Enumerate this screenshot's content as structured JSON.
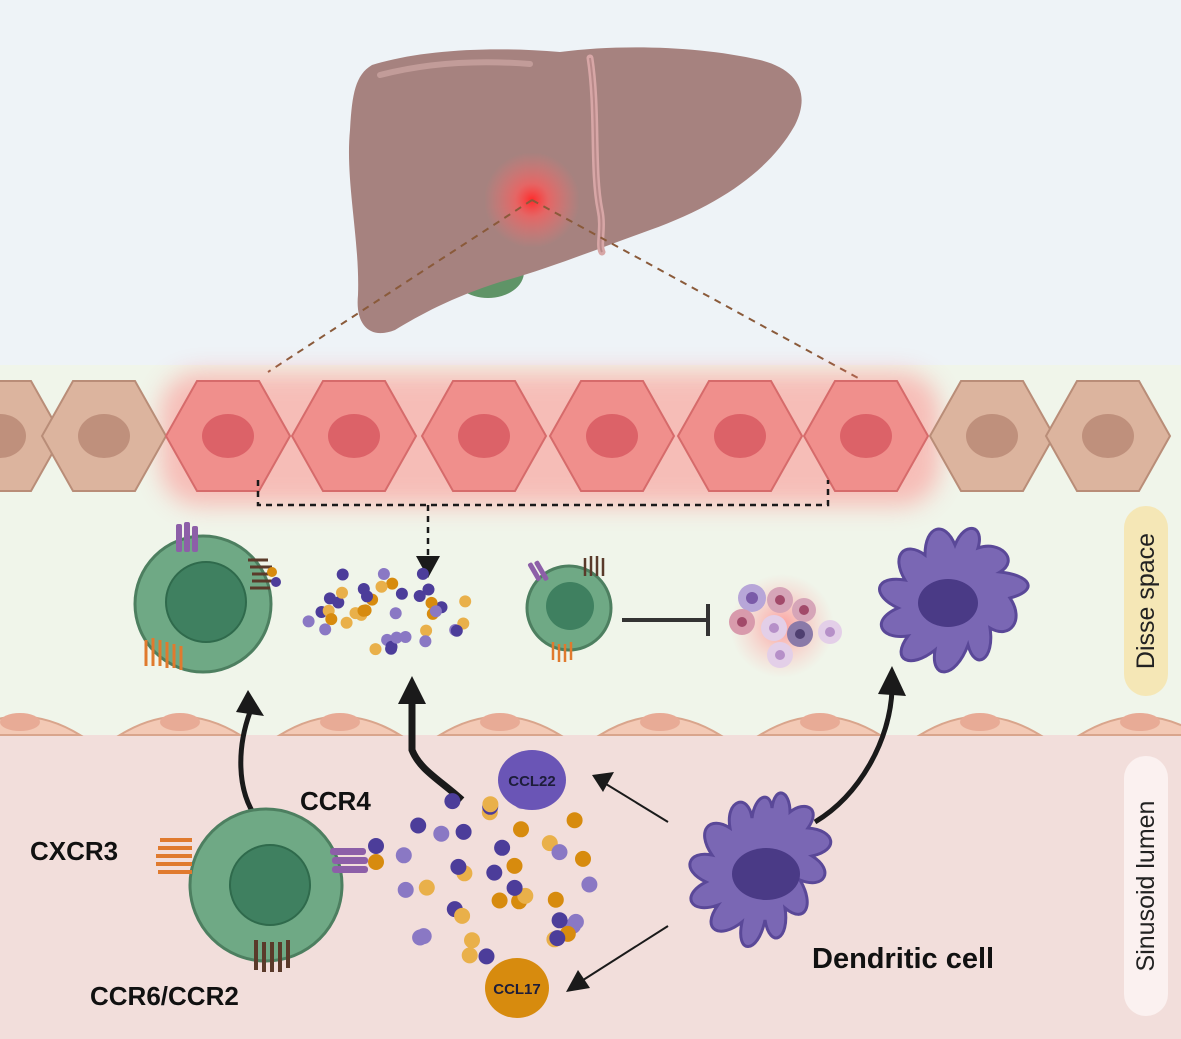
{
  "labels": {
    "ccr4": "CCR4",
    "cxcr3": "CXCR3",
    "ccr6_ccr2": "CCR6/CCR2",
    "ccl22": "CCL22",
    "ccl17": "CCL17",
    "dendritic_cell": "Dendritic cell",
    "disse_space": "Disse space",
    "sinusoid_lumen": "Sinusoid lumen"
  },
  "colors": {
    "sky_background": "#eef3f7",
    "disse_background": "#f0f5ea",
    "lumen_background": "#f2dedb",
    "liver": "#a6827f",
    "gallbladder": "#5f9467",
    "hepatocyte_normal": "#dcb49e",
    "hepatocyte_inflamed": "#f08f8c",
    "t_cell": "#5e9e74",
    "dendritic_cell": "#7a67b4",
    "ccl22_purple": "#4c3d9a",
    "ccl17_orange": "#d78b0e",
    "label_disse_pill": "#f5e7b6",
    "label_lumen_pill": "#fbf1f0"
  },
  "icons": [
    "liver-icon",
    "gallbladder-icon",
    "inflammation-glow-icon",
    "hepatocyte-icon",
    "endothelial-cell-icon",
    "t-cell-icon",
    "receptor-icon",
    "chemokine-dot-icon",
    "dendritic-cell-icon",
    "neutrophil-cluster-icon",
    "inhibition-arrow-icon",
    "arrow-icon"
  ]
}
